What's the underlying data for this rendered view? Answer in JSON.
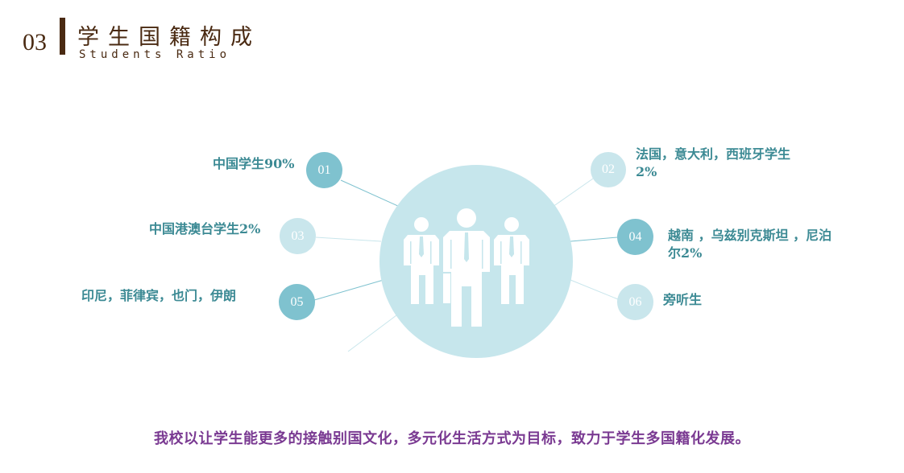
{
  "header": {
    "number": "03",
    "title": "学生国籍构成",
    "subtitle": "Students Ratio"
  },
  "nodes": [
    {
      "num": "01",
      "label": "中国学生90%",
      "label2": ""
    },
    {
      "num": "02",
      "label": "法国，意大利，西班牙学生",
      "label2": "2%"
    },
    {
      "num": "03",
      "label": "中国港澳台学生2%",
      "label2": ""
    },
    {
      "num": "04",
      "label": "越南 ，乌兹别克斯坦 ，尼泊",
      "label2": "尔2%"
    },
    {
      "num": "05",
      "label": "印尼，菲律宾，也门，伊朗",
      "label2": ""
    },
    {
      "num": "06",
      "label": "旁听生",
      "label2": ""
    }
  ],
  "footer": {
    "text": "我校以让学生能更多的接触别国文化，多元化生活方式为目标，致力于学生多国籍化发展。"
  },
  "colors": {
    "brown": "#4a2a12",
    "teal_dark": "#7fc2cf",
    "teal_light": "#c9e6ec",
    "label_teal": "#3c8a94",
    "footer_purple": "#7a3a92"
  },
  "icons": [
    "people-group-icon"
  ]
}
